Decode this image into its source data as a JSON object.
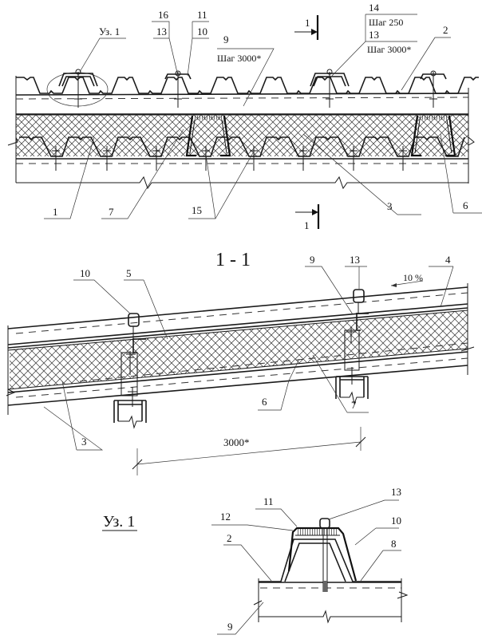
{
  "colors": {
    "ink": "#1a1a1a",
    "background": "#ffffff"
  },
  "top_view": {
    "node_callout": "Уз. 1",
    "labels": {
      "l16": "16",
      "l13a": "13",
      "l11": "11",
      "l10": "10",
      "l9": "9",
      "l9_step": "Шаг 3000*",
      "l14": "14",
      "l14_step": "Шаг 250",
      "l13b": "13",
      "l13_step": "Шаг 3000*",
      "l2": "2",
      "l1": "1",
      "l7": "7",
      "l15": "15",
      "l3": "3",
      "l6": "6"
    },
    "section_mark_top": "1",
    "section_mark_bottom": "1"
  },
  "section_1_1": {
    "title": "1 - 1",
    "slope": "10 %",
    "labels": {
      "l10": "10",
      "l5": "5",
      "l9": "9",
      "l13": "13",
      "l4": "4",
      "l3": "3",
      "l6": "6",
      "l7": "7"
    },
    "dimension": "3000*"
  },
  "node_1": {
    "title": "Уз. 1",
    "labels": {
      "l13": "13",
      "l11": "11",
      "l12": "12",
      "l10": "10",
      "l8": "8",
      "l2": "2",
      "l9": "9"
    }
  }
}
